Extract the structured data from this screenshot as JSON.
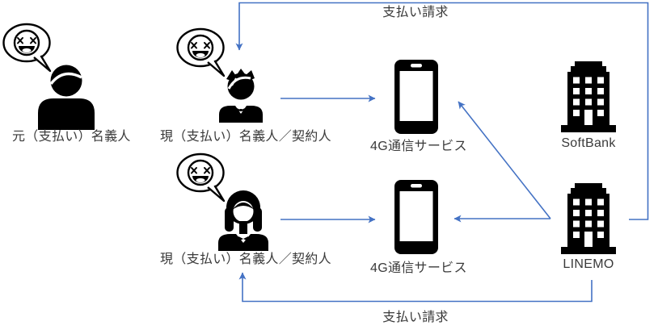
{
  "colors": {
    "arrow": "#4472C4",
    "icon": "#000000",
    "text": "#3A3A3A"
  },
  "actors": {
    "former": {
      "label": "元（支払い）名義人"
    },
    "current_top": {
      "label": "現（支払い）名義人／契約人"
    },
    "current_bottom": {
      "label": "現（支払い）名義人／契約人"
    }
  },
  "services": {
    "top": {
      "label": "4G通信サービス"
    },
    "bottom": {
      "label": "4G通信サービス"
    }
  },
  "companies": {
    "top": {
      "label": "SoftBank"
    },
    "bottom": {
      "label": "LINEMO"
    }
  },
  "billing": {
    "top": {
      "label": "支払い請求"
    },
    "bottom": {
      "label": "支払い請求"
    }
  }
}
